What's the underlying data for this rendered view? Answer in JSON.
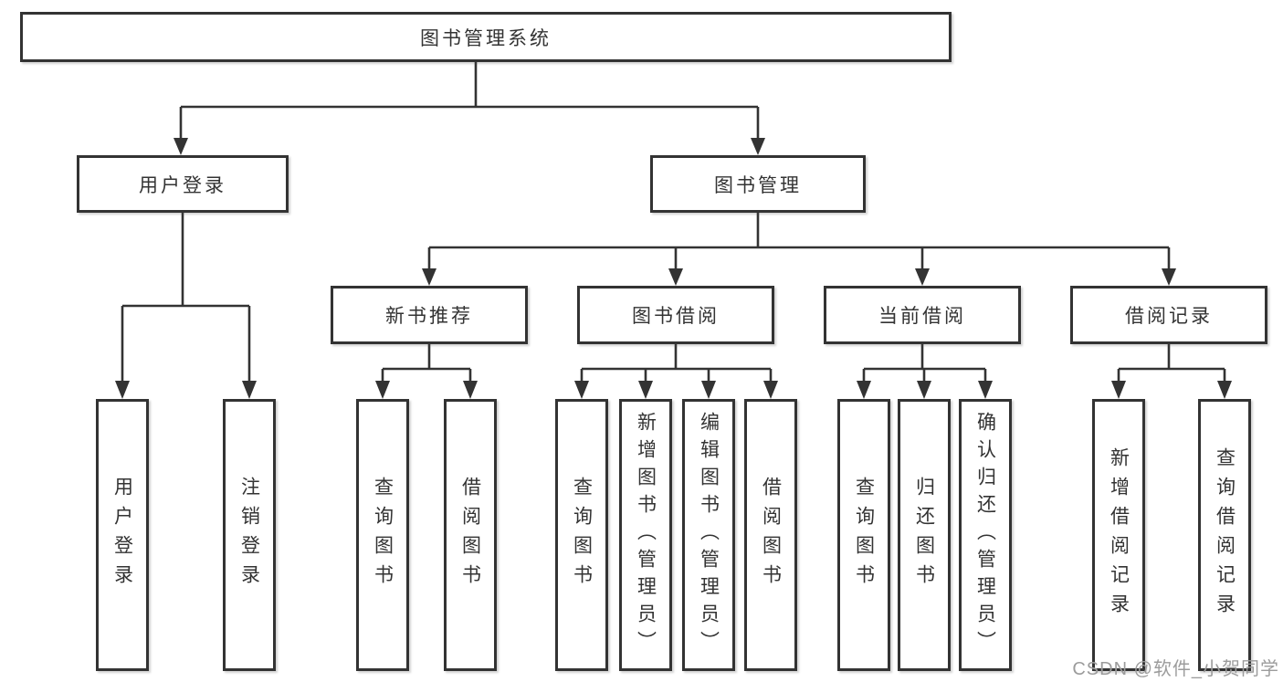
{
  "diagram": {
    "root": {
      "label": "图书管理系统"
    },
    "level2": {
      "user_login_branch": {
        "label": "用户登录"
      },
      "book_management": {
        "label": "图书管理"
      }
    },
    "level3": {
      "new_book_recommend": {
        "label": "新书推荐"
      },
      "book_borrow": {
        "label": "图书借阅"
      },
      "current_borrow": {
        "label": "当前借阅"
      },
      "borrow_record": {
        "label": "借阅记录"
      }
    },
    "leaves": {
      "user_login": {
        "label": "用户登录"
      },
      "logout": {
        "label": "注销登录"
      },
      "recommend_query_book": {
        "label": "查询图书"
      },
      "recommend_borrow_book": {
        "label": "借阅图书"
      },
      "borrow_query_book": {
        "label": "查询图书"
      },
      "add_book_admin": {
        "label": "新增图书（管理员）"
      },
      "edit_book_admin": {
        "label": "编辑图书（管理员）"
      },
      "borrow_borrow_book": {
        "label": "借阅图书"
      },
      "current_query_book": {
        "label": "查询图书"
      },
      "return_book": {
        "label": "归还图书"
      },
      "confirm_return_admin": {
        "label": "确认归还（管理员）"
      },
      "add_borrow_record": {
        "label": "新增借阅记录"
      },
      "query_borrow_record": {
        "label": "查询借阅记录"
      }
    }
  },
  "watermark": {
    "text": "CSDN @软件_小贺同学"
  },
  "colors": {
    "line": "#333333",
    "text": "#333333",
    "box_background": "#ffffff",
    "watermark_text": "#9c9c9c"
  }
}
